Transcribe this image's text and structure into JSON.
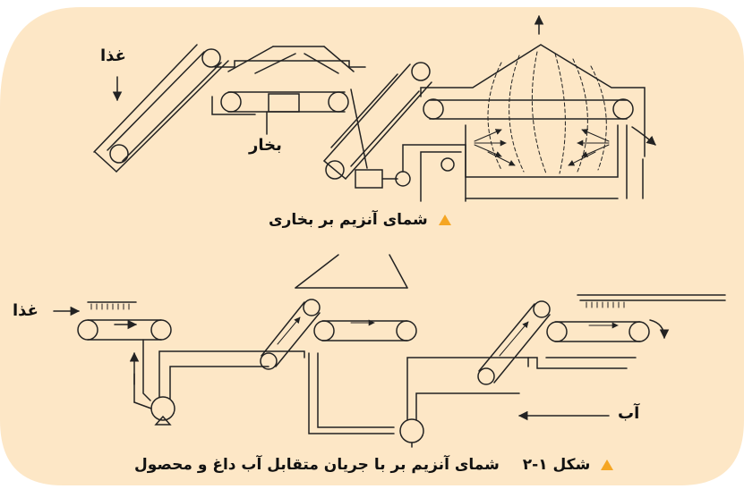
{
  "colors": {
    "background_panel": "#fde7c6",
    "line": "#222222",
    "accent": "#f5a623"
  },
  "top_diagram": {
    "input_label": "غذا",
    "steam_label": "بخار",
    "caption": "شمای آنزیم بر بخاری"
  },
  "bottom_diagram": {
    "input_label": "غذا",
    "water_label": "آب",
    "caption_number": "شکل ۱-۲",
    "caption": "شمای آنزیم بر با جریان متقابل آب داغ و محصول"
  }
}
